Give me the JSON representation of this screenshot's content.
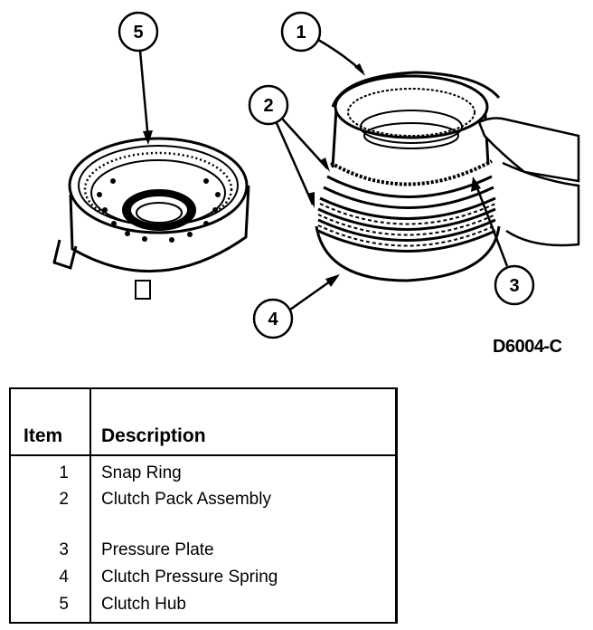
{
  "figure_code": "D6004-C",
  "callouts": [
    "1",
    "2",
    "3",
    "4",
    "5"
  ],
  "legend": {
    "header_item": "Item",
    "header_description": "Description",
    "rows": [
      {
        "item": "1",
        "description": "Snap Ring"
      },
      {
        "item": "2",
        "description": "Clutch Pack Assembly"
      },
      {
        "item": "3",
        "description": "Pressure Plate"
      },
      {
        "item": "4",
        "description": "Clutch Pressure Spring"
      },
      {
        "item": "5",
        "description": "Clutch Hub"
      }
    ]
  }
}
